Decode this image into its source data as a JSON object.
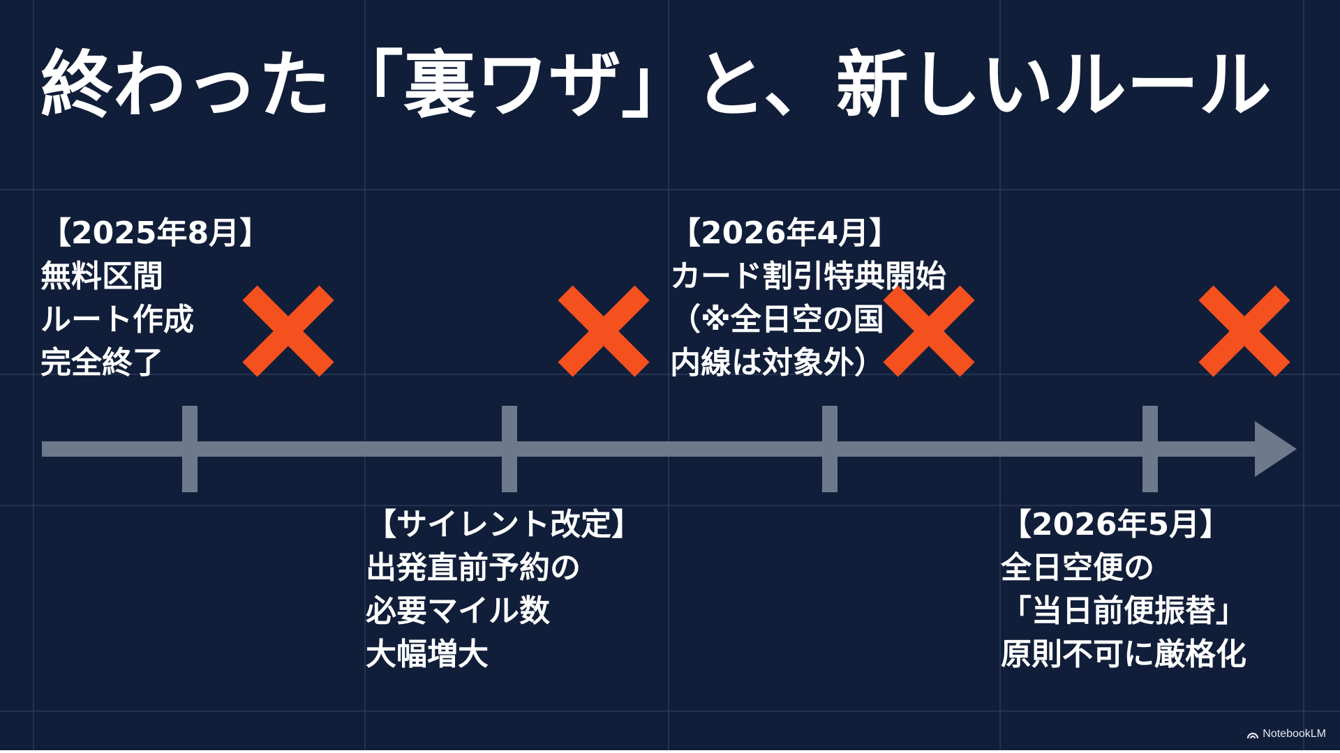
{
  "title": "終わった「裏ワザ」と、新しいルール",
  "colors": {
    "background": "#111e3a",
    "grid": "#2b3a58",
    "timeline": "#6d7a8c",
    "cross": "#f4511e",
    "text": "#ffffff"
  },
  "events": [
    {
      "lines": [
        "【2025年8月】",
        "無料区間",
        "ルート作成",
        "完全終了"
      ]
    },
    {
      "lines": [
        "【サイレント改定】",
        "出発直前予約の",
        "必要マイル数",
        "大幅増大"
      ]
    },
    {
      "lines": [
        "【2026年4月】",
        "カード割引特典開始",
        "（※全日空の国",
        "内線は対象外）"
      ]
    },
    {
      "lines": [
        "【2026年5月】",
        "全日空便の",
        "「当日前便振替」",
        "原則不可に厳格化"
      ]
    }
  ],
  "icons": {
    "cross": "x-mark-icon",
    "arrow": "arrow-right-icon",
    "brand": "notebooklm-logo-icon"
  },
  "branding": "NotebookLM"
}
